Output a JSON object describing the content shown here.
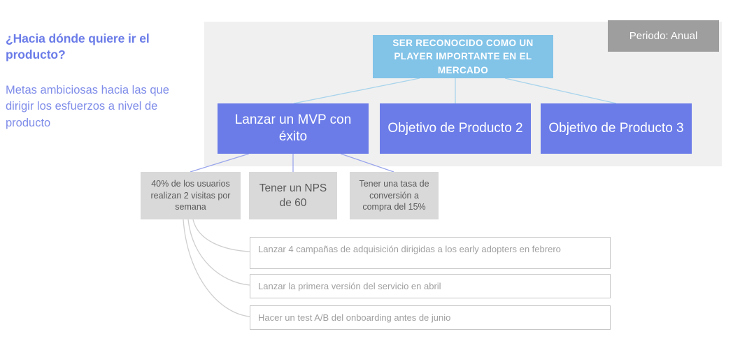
{
  "left_panel": {
    "title": "¿Hacia dónde quiere ir el producto?",
    "subtitle": "Metas ambiciosas hacia las que dirigir los esfuerzos a nivel de producto"
  },
  "period_badge": {
    "label": "Periodo: Anual"
  },
  "vision": {
    "label": "SER RECONOCIDO COMO UN PLAYER IMPORTANTE EN EL MERCADO"
  },
  "objectives": [
    {
      "label": "Lanzar un MVP con éxito"
    },
    {
      "label": "Objetivo de Producto 2"
    },
    {
      "label": "Objetivo de Producto 3"
    }
  ],
  "key_results": [
    {
      "label": "40% de los usuarios realizan 2 visitas por semana"
    },
    {
      "label": "Tener un NPS de 60"
    },
    {
      "label": "Tener una tasa de conversión a compra del 15%"
    }
  ],
  "initiatives": [
    {
      "label": "Lanzar 4 campañas de adquisición dirigidas a los early adopters en febrero"
    },
    {
      "label": "Lanzar la primera versión del servicio en abril"
    },
    {
      "label": "Hacer un test A/B del onboarding antes de junio"
    }
  ],
  "colors": {
    "vision_box": "#82c3e8",
    "objective_box": "#6b7ce8",
    "key_result_box": "#d9d9d9",
    "initiative_border": "#c7c7c7",
    "panel_background": "#f0f0f0",
    "badge_background": "#9e9e9e",
    "accent_text": "#6b7ce8"
  }
}
